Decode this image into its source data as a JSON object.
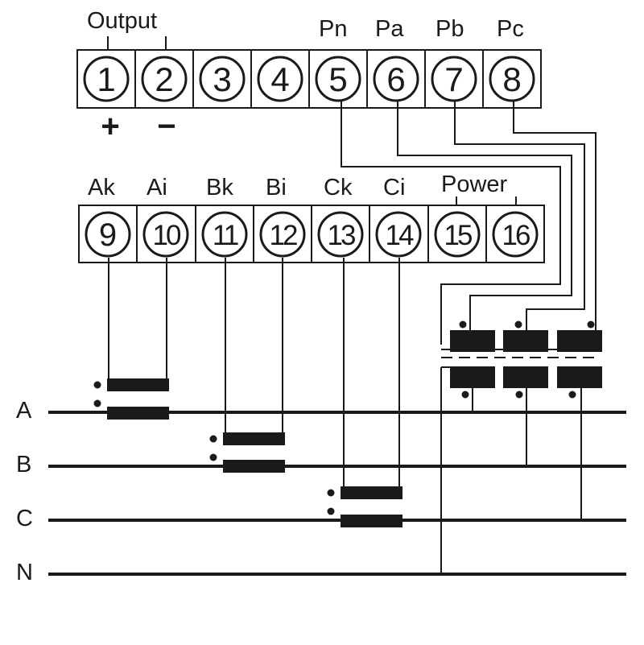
{
  "top_header": {
    "output": "Output",
    "pn": "Pn",
    "pa": "Pa",
    "pb": "Pb",
    "pc": "Pc"
  },
  "top_terminals": [
    "1",
    "2",
    "3",
    "4",
    "5",
    "6",
    "7",
    "8"
  ],
  "polarity": {
    "plus": "+",
    "minus": "−"
  },
  "bottom_header": {
    "ak": "Ak",
    "ai": "Ai",
    "bk": "Bk",
    "bi": "Bi",
    "ck": "Ck",
    "ci": "Ci",
    "power": "Power"
  },
  "bottom_terminals": [
    "9",
    "10",
    "11",
    "12",
    "13",
    "14",
    "15",
    "16"
  ],
  "bus_lines": [
    "A",
    "B",
    "C",
    "N"
  ],
  "colors": {
    "ink": "#1a1a1a",
    "background": "#ffffff"
  }
}
